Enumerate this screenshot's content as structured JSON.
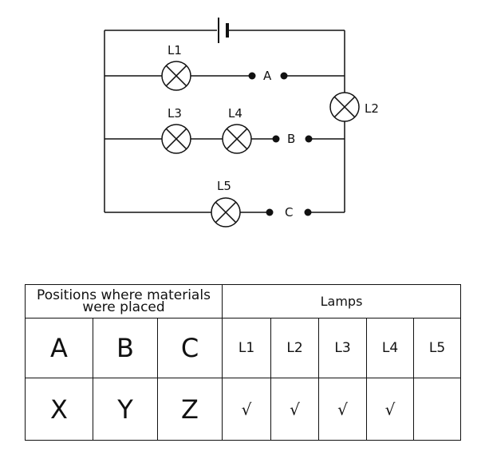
{
  "circuit": {
    "lamps": {
      "L1": "L1",
      "L2": "L2",
      "L3": "L3",
      "L4": "L4",
      "L5": "L5"
    },
    "gaps": {
      "A": "A",
      "B": "B",
      "C": "C"
    }
  },
  "table": {
    "header_positions": "Positions where materials were placed",
    "header_lamps": "Lamps",
    "positions": [
      "A",
      "B",
      "C"
    ],
    "lamp_names": [
      "L1",
      "L2",
      "L3",
      "L4",
      "L5"
    ],
    "materials": [
      "X",
      "Y",
      "Z"
    ],
    "lamp_lit": [
      "√",
      "√",
      "√",
      "√",
      ""
    ]
  }
}
